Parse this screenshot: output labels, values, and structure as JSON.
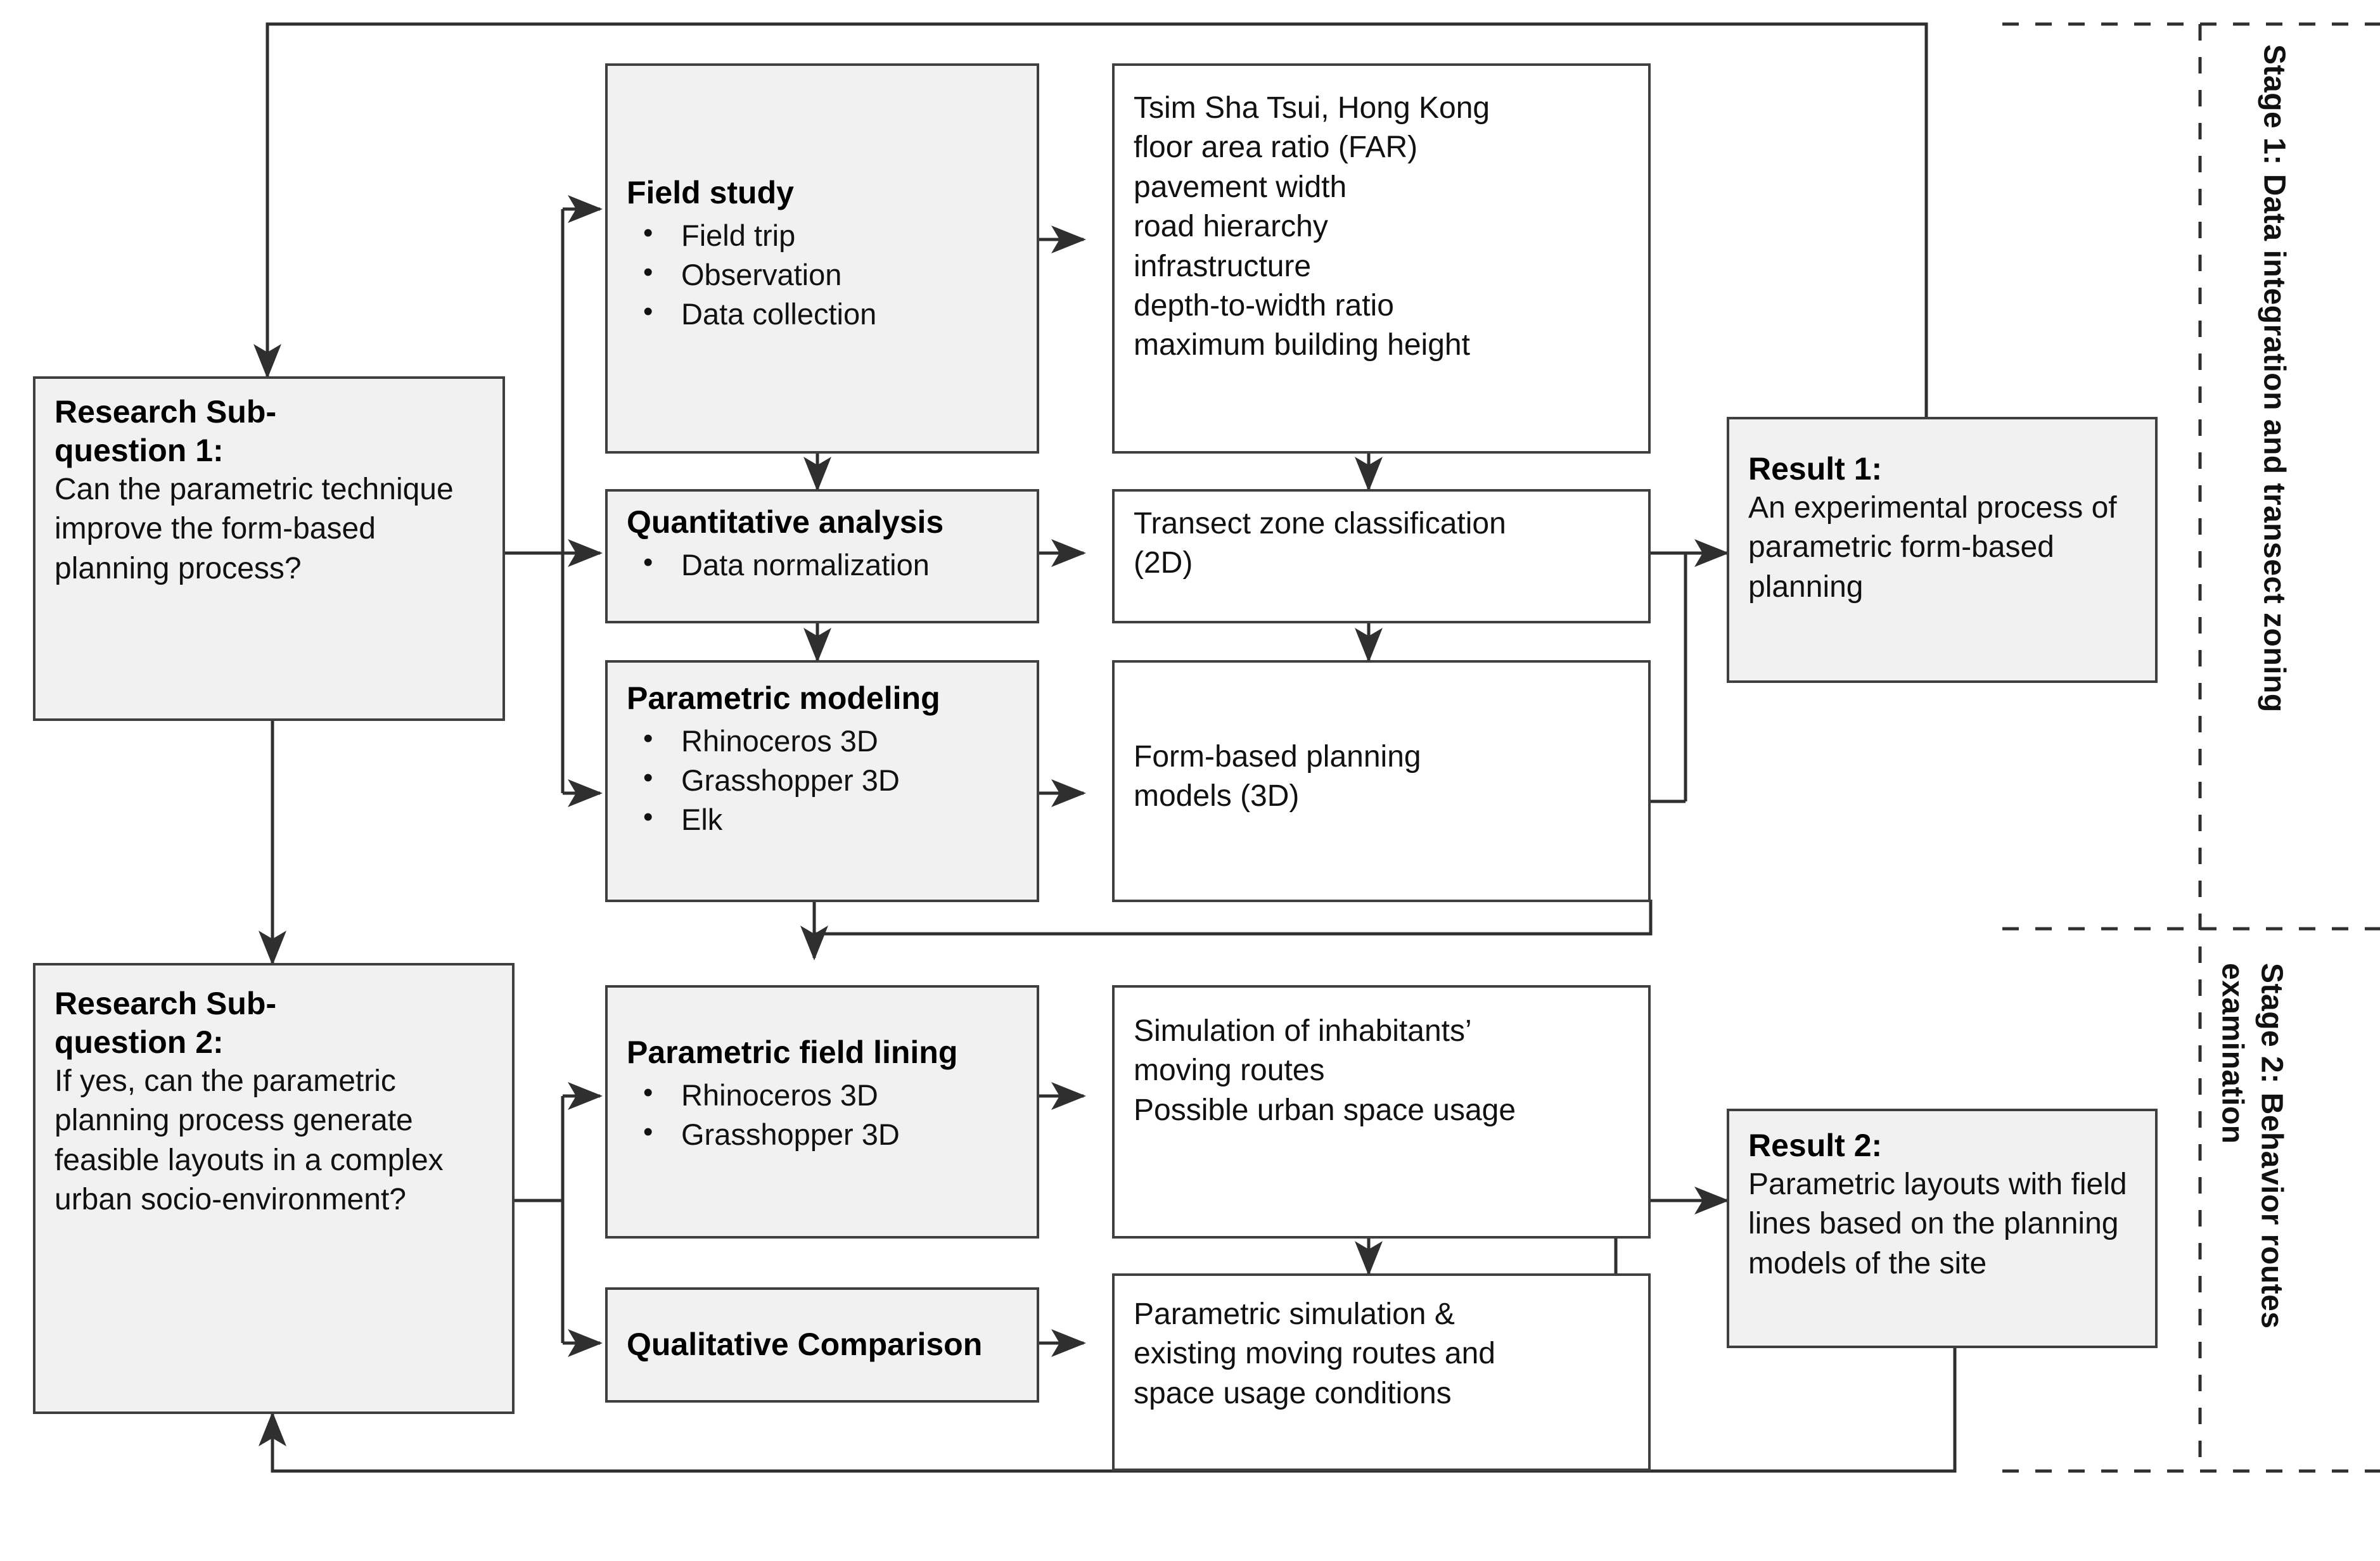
{
  "diagram": {
    "title": "Research framework flowchart",
    "colors": {
      "box_border": "#3f3f3f",
      "box_shaded_fill": "#f1f1f1",
      "box_plain_fill": "#ffffff",
      "connector": "#2f2f2f",
      "divider": "#3a3a3a"
    }
  },
  "stages": [
    {
      "id": "stage1",
      "label": "Stage 1: Data integration and transect zoning"
    },
    {
      "id": "stage2",
      "label_line1": "Stage 2: Behavior routes",
      "label_line2": "examination"
    }
  ],
  "nodes": {
    "rsq1": {
      "title_line1": "Research Sub-",
      "title_line2": "question 1:",
      "body": "Can the parametric technique improve the form-based planning process?"
    },
    "rsq2": {
      "title_line1": "Research Sub-",
      "title_line2": "question 2:",
      "body": "If yes, can the parametric planning process generate feasible layouts in a complex urban socio-environment?"
    },
    "field_study": {
      "title": "Field study",
      "items": [
        "Field trip",
        "Observation",
        "Data collection"
      ]
    },
    "quant_analysis": {
      "title": "Quantitative analysis",
      "items": [
        "Data normalization"
      ]
    },
    "param_modeling": {
      "title": "Parametric modeling",
      "items": [
        "Rhinoceros 3D",
        "Grasshopper 3D",
        "Elk"
      ]
    },
    "site_data": {
      "lines": [
        "Tsim Sha Tsui, Hong Kong",
        "floor area ratio (FAR)",
        "pavement width",
        "road hierarchy",
        "infrastructure",
        "depth-to-width ratio",
        "maximum building height"
      ]
    },
    "transect": {
      "lines": [
        "Transect zone classification",
        "(2D)"
      ]
    },
    "fbp_models": {
      "lines": [
        "Form-based planning",
        "models (3D)"
      ]
    },
    "result1": {
      "title": "Result 1:",
      "body": "An experimental process of parametric form-based planning"
    },
    "param_field_lining": {
      "title": "Parametric field lining",
      "items": [
        "Rhinoceros 3D",
        "Grasshopper 3D"
      ]
    },
    "qual_comparison": {
      "title": "Qualitative Comparison",
      "items": []
    },
    "simulation": {
      "lines": [
        "Simulation of inhabitants’",
        "moving routes",
        "Possible urban space usage"
      ]
    },
    "param_sim_compare": {
      "lines": [
        "Parametric simulation &",
        "existing moving routes and",
        "space usage conditions"
      ]
    },
    "result2": {
      "title": "Result 2:",
      "body": "Parametric layouts with field lines based on the planning models of the site"
    }
  }
}
